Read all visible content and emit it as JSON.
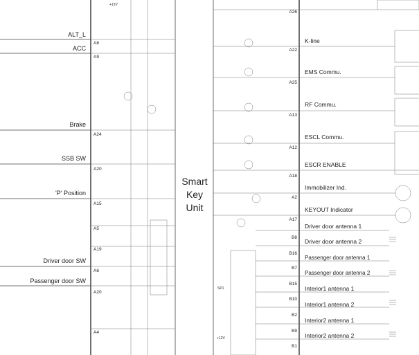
{
  "unit": {
    "line1": "Smart",
    "line2": "Key",
    "line3": "Unit"
  },
  "left_signals": [
    {
      "label": "ALT_L",
      "pin": "A8"
    },
    {
      "label": "ACC",
      "pin": "A9"
    },
    {
      "label": "Brake",
      "pin": "A24"
    },
    {
      "label": "SSB SW",
      "pin": "A20"
    },
    {
      "label": "'P' Position",
      "pin": "A15"
    },
    {
      "label": "",
      "pin": "A5"
    },
    {
      "label": "",
      "pin": "A19"
    },
    {
      "label": "Driver door SW",
      "pin": "A6"
    },
    {
      "label": "Passenger door SW",
      "pin": "A20"
    },
    {
      "label": "",
      "pin": "A4"
    }
  ],
  "right_signals": [
    {
      "label": "",
      "pin": "A26"
    },
    {
      "label": "K-line",
      "pin": "A22"
    },
    {
      "label": "EMS Commu.",
      "pin": "A25"
    },
    {
      "label": "RF Commu.",
      "pin": "A13"
    },
    {
      "label": "ESCL Commu.",
      "pin": "A12"
    },
    {
      "label": "ESCR ENABLE",
      "pin": "A18"
    },
    {
      "label": "Immobilizer Ind.",
      "pin": "A2"
    },
    {
      "label": "KEYOUT Indicator",
      "pin": "A17"
    },
    {
      "label": "Driver door antenna 1",
      "pin": "B8"
    },
    {
      "label": "Driver door antenna 2",
      "pin": "B16"
    },
    {
      "label": "Passenger door antenna 1",
      "pin": "B7"
    },
    {
      "label": "Passenger door antenna 2",
      "pin": "B15"
    },
    {
      "label": "Interior1 antenna 1",
      "pin": "B10"
    },
    {
      "label": "Interior1 antenna 2",
      "pin": "B2"
    },
    {
      "label": "Interior2 antenna 1",
      "pin": "B9"
    },
    {
      "label": "Interior2 antenna 2",
      "pin": "B1"
    }
  ],
  "small_labels": {
    "v12_top": "+12V",
    "v12_bottom": "+12V",
    "sp1": "SP1"
  }
}
